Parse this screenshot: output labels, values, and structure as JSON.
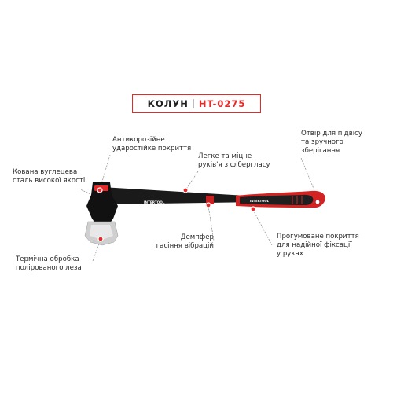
{
  "title": {
    "name": "КОЛУН",
    "model": "HT-0275"
  },
  "brand_logo": "INTERTOOL",
  "colors": {
    "accent": "#e52a2a",
    "handle": "#1a1a1a",
    "head": "#111111",
    "blade": "#cfcfcf",
    "grip_red": "#d32222",
    "text": "#2b2b2b"
  },
  "callouts": [
    {
      "id": "coating",
      "lines": [
        "Антикорозійне",
        "ударостійке покриття"
      ]
    },
    {
      "id": "steel",
      "lines": [
        "Кована вуглецева",
        "сталь високої якості"
      ]
    },
    {
      "id": "handle",
      "lines": [
        "Легке та міцне",
        "руків'я з фібергласу"
      ]
    },
    {
      "id": "hole",
      "lines": [
        "Отвір для підвісу",
        "та зручного",
        "зберігання"
      ]
    },
    {
      "id": "damper",
      "lines": [
        "Демпфер",
        "гасіння вібрацій"
      ]
    },
    {
      "id": "grip",
      "lines": [
        "Прогумоване покриття",
        "для надійної фіксації",
        "у руках"
      ]
    },
    {
      "id": "blade",
      "lines": [
        "Термічна обробка",
        "полірованого леза"
      ]
    }
  ]
}
